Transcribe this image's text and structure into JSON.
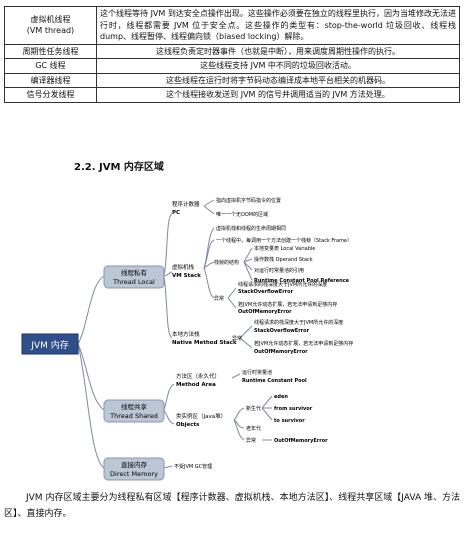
{
  "thread_table": {
    "rows": [
      {
        "name": [
          "虚拟机线程",
          "(VM thread)"
        ],
        "desc": "这个线程等待 JVM 到达安全点操作出现。这些操作必须要在独立的线程里执行，因为当堆修改无法进行时，线程都需要 JVM 位于安全点。这些操作的类型有：stop-the-world 垃圾回收、线程栈 dump、线程暂停、线程偏向锁（biased locking）解除。"
      },
      {
        "name": [
          "周期性任务线程"
        ],
        "desc": "这线程负责定时器事件（也就是中断），用来调度周期性操作的执行。"
      },
      {
        "name": [
          "GC 线程"
        ],
        "desc": "这些线程支持 JVM 中不同的垃圾回收活动。"
      },
      {
        "name": [
          "编译器线程"
        ],
        "desc": "这些线程在运行时将字节码动态编译成本地平台相关的机器码。"
      },
      {
        "name": [
          "信号分发线程"
        ],
        "desc": "这个线程接收发送到 JVM 的信号并调用适当的 JVM 方法处理。"
      }
    ]
  },
  "section_title": "2.2. JVM 内存区域",
  "mindmap": {
    "root": "JVM 内存",
    "thread_local": {
      "label": [
        "线程私有",
        "Thread Local"
      ],
      "pc": {
        "label": [
          "程序计数器",
          "PC"
        ],
        "notes": [
          "指向虚拟机字节码指令的位置",
          "唯一一个无OOM的区域"
        ]
      },
      "vm_stack": {
        "label": [
          "虚拟机栈",
          "VM Stack"
        ],
        "items": [
          "虚拟机栈和线程的生命周期相同",
          "一个线程中，每调用一个方法创建一个栈帧（Stack Frame）"
        ],
        "frame_label": "栈帧的结构",
        "frame_parts": [
          "本地变量表 Local Variable",
          "操作数栈 Operand Stack",
          "对运行时常量池的引用",
          "Runtime Constant Pool Reference"
        ],
        "exception_label": "异常",
        "exceptions": [
          "线程请求的栈深度大于JVM所允许的深度",
          "StackOverflowError",
          "若JVM允许动态扩展，若无法申请到足够内存",
          "OutOfMemoryError"
        ]
      },
      "native_stack": {
        "label": [
          "本地方法栈",
          "Native Method Stack"
        ],
        "exception_label": "异常",
        "exceptions": [
          "线程请求的栈深度大于JVM所允许的深度",
          "StackOverflowError",
          "若JVM允许动态扩展，若无法申请到足够内存",
          "OutOfMemoryError"
        ]
      }
    },
    "thread_shared": {
      "label": [
        "线程共享",
        "Thread Shared"
      ],
      "method_area": {
        "label": [
          "方法区（永久代）",
          "Method Area"
        ],
        "notes": [
          "运行时常量池",
          "Runtime Constant Pool"
        ]
      },
      "heap": {
        "label": [
          "类实例区（Java堆）",
          "Objects"
        ],
        "young_label": "新生代",
        "young": [
          "eden",
          "from survivor",
          "to survivor"
        ],
        "old_label": "老年代",
        "exception_label": "异常",
        "exception": "OutOfMemoryError"
      }
    },
    "direct": {
      "label": [
        "直接内存",
        "Direct Memory"
      ],
      "note": "不受JVM GC管理"
    }
  },
  "paragraph": "JVM 内存区域主要分为线程私有区域【程序计数器、虚拟机栈、本地方法区】、线程共享区域【JAVA 堆、方法区】、直接内存。",
  "colors": {
    "root_fill": "#2f4f8a",
    "node_fill": "#bcc7d6",
    "line": "#7a8ba3"
  }
}
